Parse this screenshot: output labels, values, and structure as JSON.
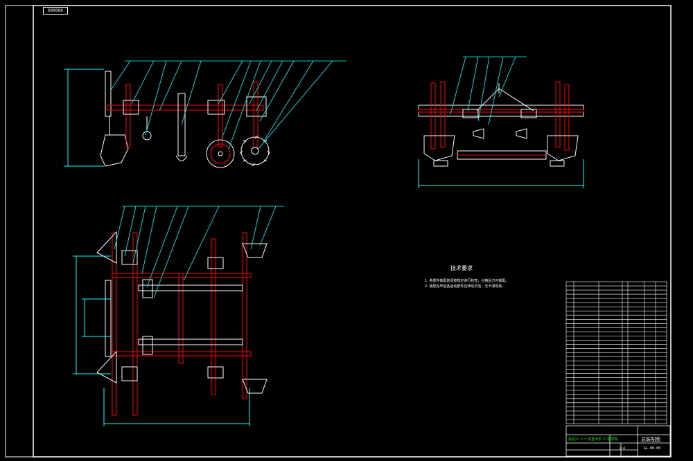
{
  "drawing": {
    "code_box": "000000",
    "title": "总装配图",
    "code": "GL-00-00",
    "scale": "1:4",
    "company": "黑龙江 八一 农垦大学 工 程学院"
  },
  "technical_requirements": {
    "title": "技术要求",
    "lines": [
      "1. 各部件装配前须按规定进行检查，合格后方可装配。",
      "2. 装配完毕后各运动部件应转动灵活，无卡滞现象。"
    ]
  },
  "colors": {
    "background": "#000000",
    "outline": "#ffffff",
    "part_red": "#ff0000",
    "dimension_cyan": "#00ffff",
    "leader_cyan": "#00ffff",
    "title_green": "#00ff00"
  },
  "bom_rows": 34
}
